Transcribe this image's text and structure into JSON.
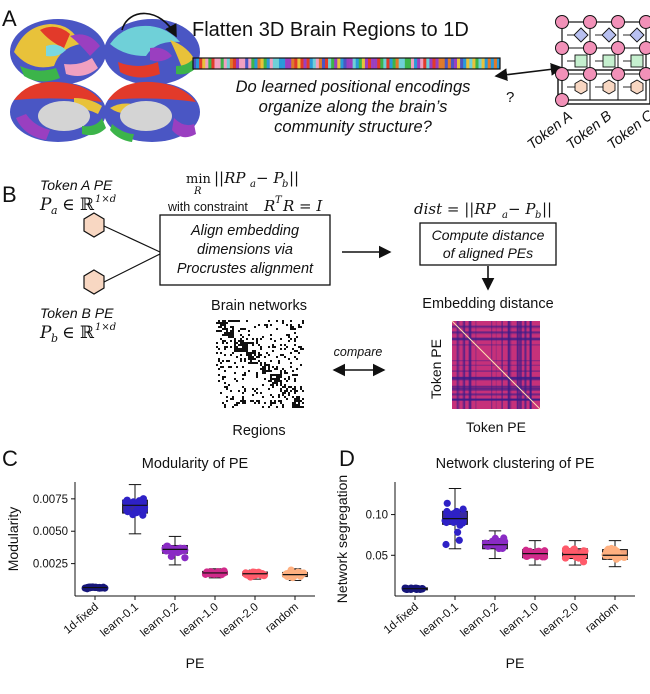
{
  "panel_a": {
    "label": "A",
    "title": "Flatten 3D Brain Regions to 1D",
    "question_lines": [
      "Do learned positional encodings",
      "organize along the brain’s",
      "community structure?"
    ],
    "qmark": "?",
    "tokens": [
      "Token A",
      "Token B",
      "Token C"
    ]
  },
  "panel_b": {
    "label": "B",
    "token_a_pe": "Token A PE",
    "token_b_pe": "Token B PE",
    "pa_math": "P",
    "pa_sub": "a",
    "pb_sub": "b",
    "in_r": "∈ ℝ",
    "exp": "1×d",
    "min_text": "min",
    "min_sub": "R",
    "norm_expr": "||RP",
    "norm_mid": " − P",
    "norm_end": "||",
    "constraint_label": "with constraint",
    "constraint_expr": "R",
    "constraint_sup": "T",
    "constraint_tail": "R = I",
    "align_lines": [
      "Align embedding",
      "dimensions via",
      "Procrustes alignment"
    ],
    "dist_prefix": "dist = ||RP",
    "compute_lines": [
      "Compute distance",
      "of aligned PEs"
    ],
    "embedding_distance": "Embedding distance",
    "brain_networks": "Brain networks",
    "regions": "Regions",
    "compare": "compare",
    "token_pe_y": "Token PE",
    "token_pe_x": "Token PE"
  },
  "panel_c": {
    "label": "C"
  },
  "panel_d": {
    "label": "D"
  },
  "colors": {
    "hex_fill": "#f8d7c2",
    "heatmap_base": "#c6317a",
    "heatmap_dark": "#3a1d8a",
    "box": [
      "#1a1b5e",
      "#3a2aa0",
      "#7e3ab0",
      "#c23a7c",
      "#e8586a",
      "#f4a37a"
    ],
    "points": [
      "#16167a",
      "#2e21c6",
      "#8a2bc4",
      "#d12a8a",
      "#ff5a6a",
      "#ffb080"
    ]
  },
  "chart_data": [
    {
      "type": "box",
      "title": "Modularity of PE",
      "xlabel": "PE",
      "ylabel": "Modularity",
      "categories": [
        "1d-fixed",
        "learn-0.1",
        "learn-0.2",
        "learn-1.0",
        "learn-2.0",
        "random"
      ],
      "yticks": [
        "0.0025",
        "0.0050",
        "0.0075"
      ],
      "ylim": [
        0,
        0.0088
      ],
      "boxes": [
        {
          "q1": 0.0006,
          "median": 0.00065,
          "q3": 0.0007,
          "min": 0.0005,
          "max": 0.0008
        },
        {
          "q1": 0.0064,
          "median": 0.007,
          "q3": 0.0074,
          "min": 0.0048,
          "max": 0.0086
        },
        {
          "q1": 0.0033,
          "median": 0.0036,
          "q3": 0.0039,
          "min": 0.0024,
          "max": 0.0046
        },
        {
          "q1": 0.00165,
          "median": 0.00178,
          "q3": 0.0019,
          "min": 0.0014,
          "max": 0.0021
        },
        {
          "q1": 0.0016,
          "median": 0.00172,
          "q3": 0.00185,
          "min": 0.0013,
          "max": 0.002
        },
        {
          "q1": 0.0015,
          "median": 0.00165,
          "q3": 0.00182,
          "min": 0.0012,
          "max": 0.0021
        }
      ]
    },
    {
      "type": "box",
      "title": "Network clustering of PE",
      "xlabel": "PE",
      "ylabel": "Network segregation",
      "categories": [
        "1d-fixed",
        "learn-0.1",
        "learn-0.2",
        "learn-1.0",
        "learn-2.0",
        "random"
      ],
      "yticks": [
        "0.05",
        "0.10"
      ],
      "ylim": [
        0,
        0.14
      ],
      "boxes": [
        {
          "q1": 0.008,
          "median": 0.009,
          "q3": 0.01,
          "min": 0.007,
          "max": 0.011
        },
        {
          "q1": 0.088,
          "median": 0.095,
          "q3": 0.104,
          "min": 0.058,
          "max": 0.132
        },
        {
          "q1": 0.058,
          "median": 0.063,
          "q3": 0.068,
          "min": 0.046,
          "max": 0.08
        },
        {
          "q1": 0.047,
          "median": 0.052,
          "q3": 0.057,
          "min": 0.038,
          "max": 0.068
        },
        {
          "q1": 0.046,
          "median": 0.051,
          "q3": 0.058,
          "min": 0.038,
          "max": 0.068
        },
        {
          "q1": 0.045,
          "median": 0.05,
          "q3": 0.057,
          "min": 0.036,
          "max": 0.068
        }
      ]
    }
  ]
}
